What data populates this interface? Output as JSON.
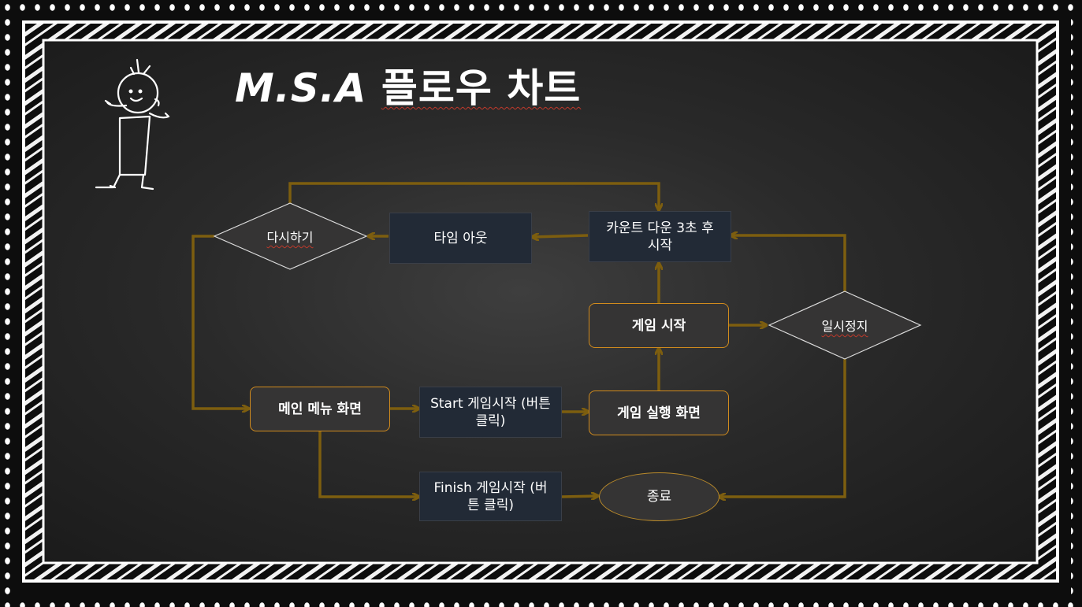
{
  "title": {
    "prefix": "M.S.A ",
    "main": "플로우 차트"
  },
  "nodes": {
    "retry": "다시하기",
    "timeout": "타임 아웃",
    "countdown": "카운트 다운 3초 후 시작",
    "game_start": "게임 시작",
    "pause": "일시정지",
    "main_menu": "메인 메뉴 화면",
    "start_btn": "Start 게임시작 (버튼 클릭)",
    "game_run": "게임 실행 화면",
    "finish_btn": "Finish 게임시작 (버튼 클릭)",
    "end": "종료"
  },
  "colors": {
    "arrow": "#7d5e0f",
    "node_border_orange": "#d18b1d",
    "node_dark_fill": "#222a36",
    "board_background": "#2d2d2d",
    "frame": "#ffffff"
  }
}
